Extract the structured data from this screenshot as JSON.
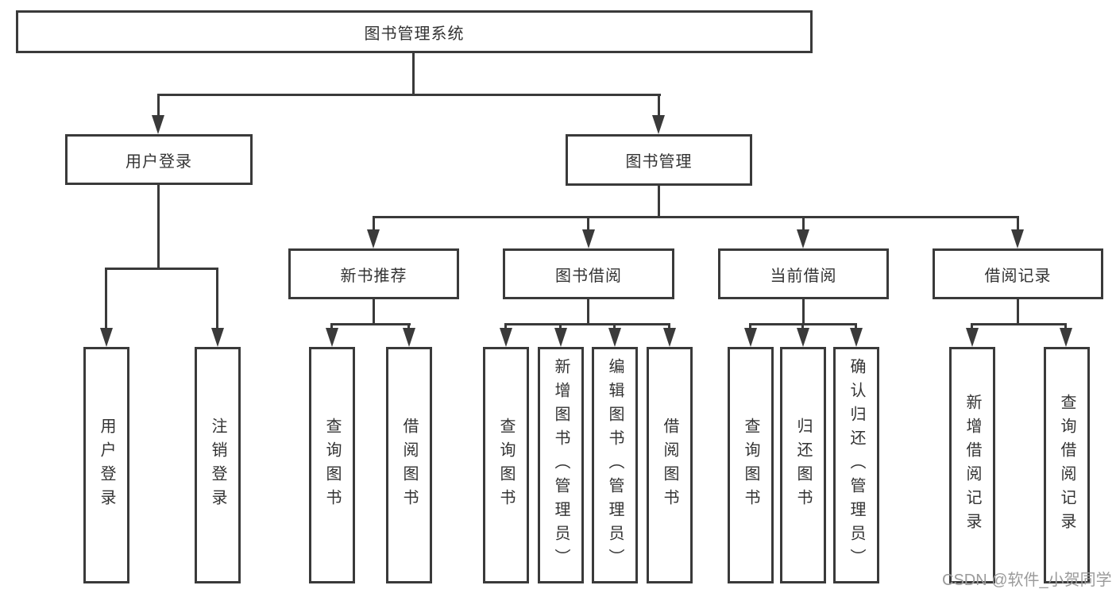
{
  "diagram": {
    "root": {
      "label": "图书管理系统"
    },
    "level1": [
      {
        "label": "用户登录"
      },
      {
        "label": "图书管理"
      }
    ],
    "user_login_children": [
      {
        "label": "用户登录"
      },
      {
        "label": "注销登录"
      }
    ],
    "book_mgmt_children": [
      {
        "label": "新书推荐"
      },
      {
        "label": "图书借阅"
      },
      {
        "label": "当前借阅"
      },
      {
        "label": "借阅记录"
      }
    ],
    "new_book_children": [
      {
        "label": "查询图书"
      },
      {
        "label": "借阅图书"
      }
    ],
    "borrow_children": [
      {
        "label": "查询图书"
      },
      {
        "label": "新增图书（管理员）"
      },
      {
        "label": "编辑图书（管理员）"
      },
      {
        "label": "借阅图书"
      }
    ],
    "current_children": [
      {
        "label": "查询图书"
      },
      {
        "label": "归还图书"
      },
      {
        "label": "确认归还（管理员）"
      }
    ],
    "records_children": [
      {
        "label": "新增借阅记录"
      },
      {
        "label": "查询借阅记录"
      }
    ]
  },
  "watermark": {
    "text": "CSDN @软件_小贺同学"
  },
  "colors": {
    "line": "#3a3a3a",
    "text": "#333333",
    "watermark": "#9b9b9b",
    "background": "#ffffff"
  }
}
